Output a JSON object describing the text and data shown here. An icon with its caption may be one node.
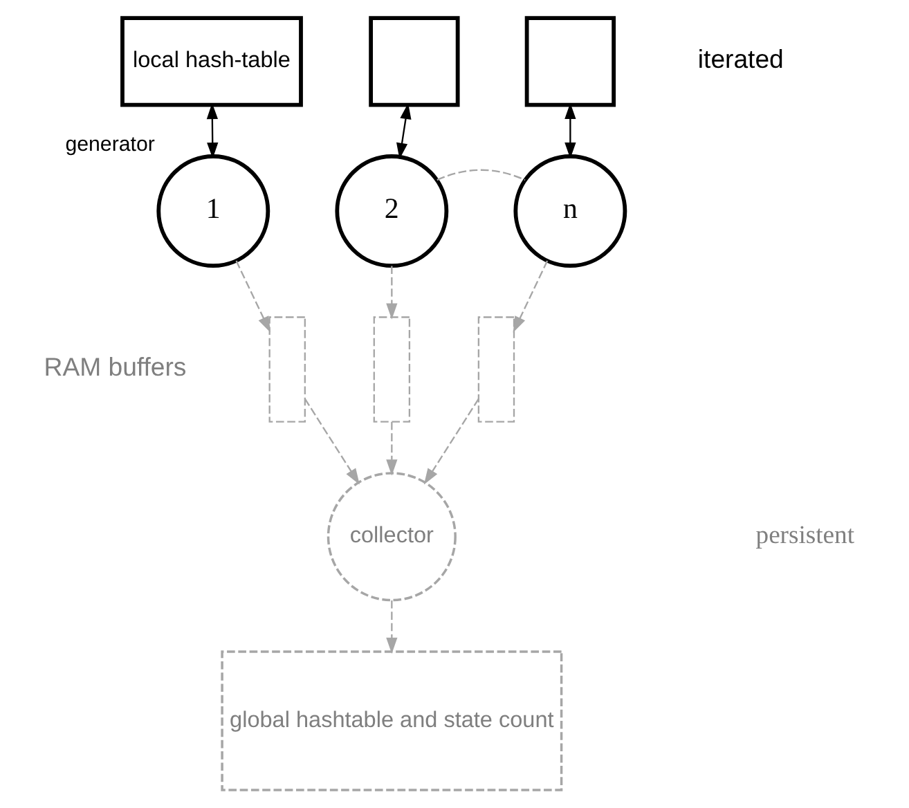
{
  "diagram": {
    "nodes": [
      {
        "text": [
          "local hash-table"
        ]
      },
      {
        "text": [],
        "shape": "box"
      },
      {
        "text": [],
        "shape": "box"
      },
      {
        "text": [
          "1"
        ],
        "beside": [
          "generator"
        ]
      },
      {
        "text": [
          "2"
        ]
      },
      {
        "text": [
          "n"
        ]
      },
      {
        "text": [],
        "shape": "bar"
      },
      {
        "text": [],
        "shape": "bar"
      },
      {
        "text": [],
        "shape": "bar"
      },
      {
        "text": [
          "collector"
        ]
      },
      {
        "text": [
          "global hashtable and state count"
        ]
      }
    ],
    "edges": [
      {
        "from": 0,
        "to": 3,
        "arrow": "both",
        "color": "#000000"
      },
      {
        "from": 1,
        "to": 4,
        "arrow": "both",
        "color": "#000000"
      },
      {
        "from": 2,
        "to": 5,
        "arrow": "both",
        "color": "#000000"
      },
      {
        "from": 4,
        "to": 5,
        "arrow": "none",
        "style": "dashed"
      },
      {
        "from": 3,
        "to": 6,
        "arrow": "to",
        "style": "dashed"
      },
      {
        "from": 4,
        "to": 7,
        "arrow": "to",
        "style": "dashed"
      },
      {
        "from": 5,
        "to": 8,
        "arrow": "to",
        "style": "dashed"
      },
      {
        "from": 6,
        "to": 9,
        "arrow": "to",
        "style": "dashed"
      },
      {
        "from": 7,
        "to": 9,
        "arrow": "to",
        "style": "dashed"
      },
      {
        "from": 8,
        "to": 9,
        "arrow": "to",
        "style": "dashed"
      },
      {
        "from": 9,
        "to": 10,
        "arrow": "to",
        "style": "dashed"
      }
    ],
    "labels": [
      "iterated",
      "RAM buffers",
      "persistent"
    ]
  }
}
